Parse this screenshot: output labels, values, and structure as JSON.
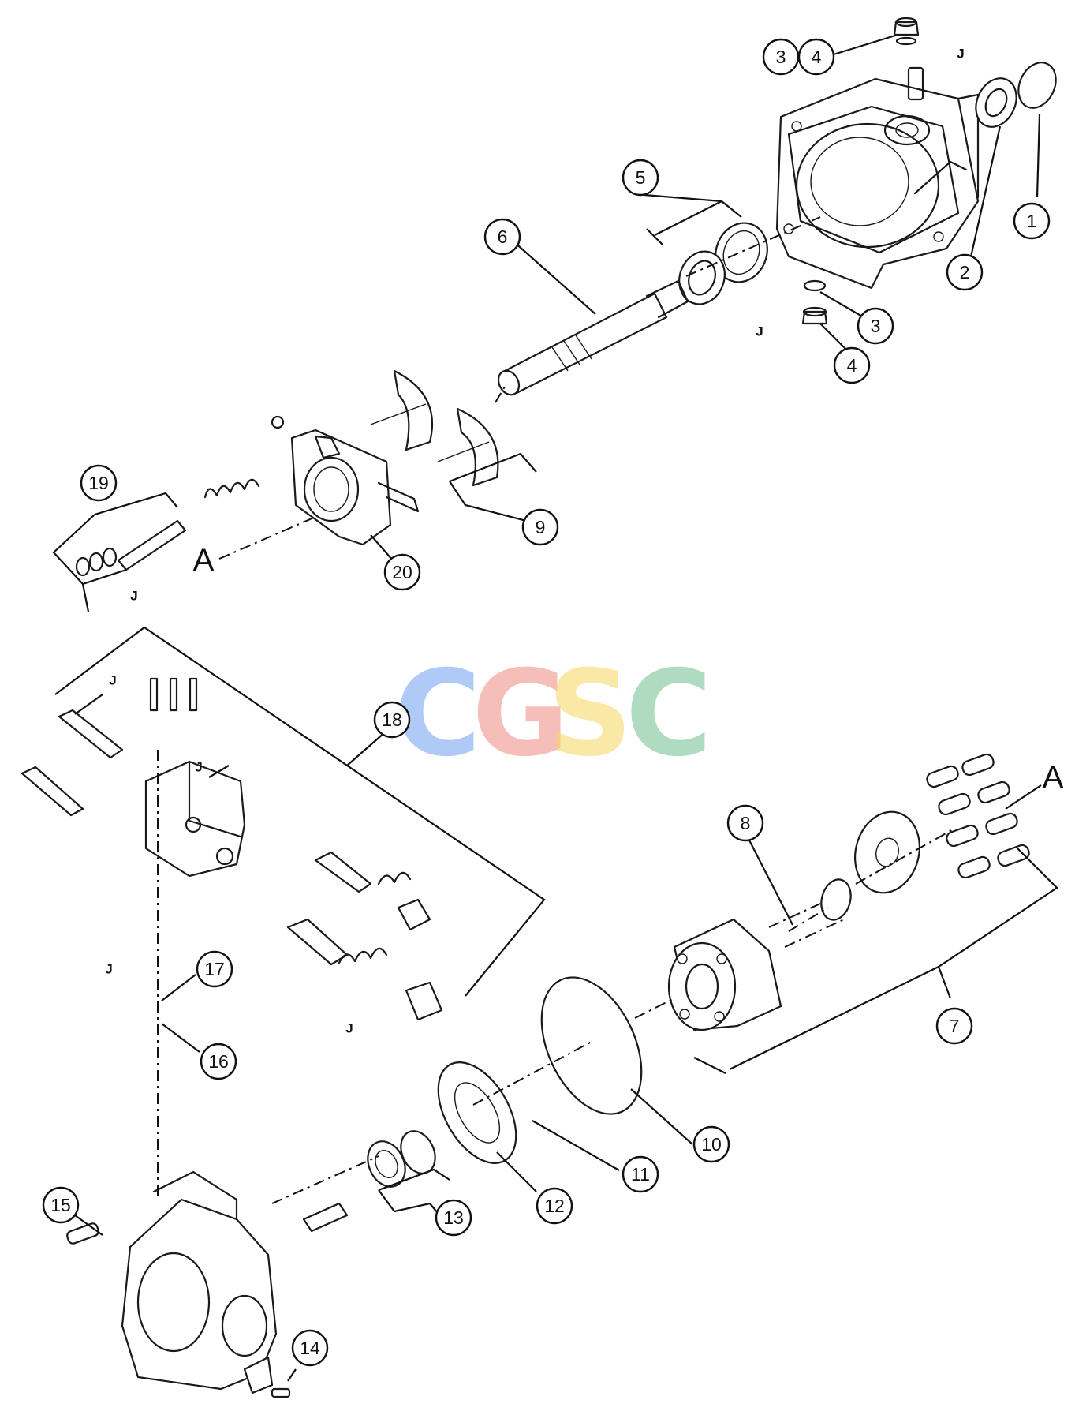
{
  "watermark": {
    "letters": [
      "C",
      "G",
      "S",
      "C"
    ],
    "colors": [
      "#6fa0f0",
      "#f08a80",
      "#f7d660",
      "#6fbf8f"
    ]
  },
  "callouts": [
    "1",
    "2",
    "3",
    "4",
    "5",
    "6",
    "7",
    "8",
    "9",
    "10",
    "11",
    "12",
    "13",
    "14",
    "15",
    "16",
    "17",
    "18",
    "19",
    "20"
  ],
  "markers": {
    "j": "J",
    "a": "A"
  }
}
